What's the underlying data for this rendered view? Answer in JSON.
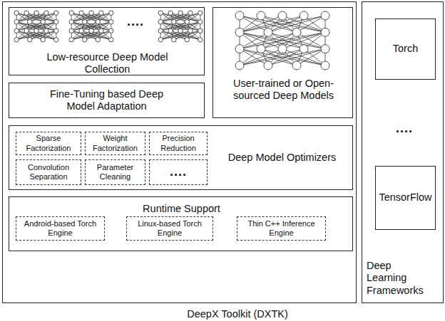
{
  "diagram": {
    "nodes": [
      {
        "text": [
          "DeepX Toolkit (DXTK)"
        ]
      },
      {
        "text": [
          "Low-resource Deep Model Collection"
        ],
        "in": 0
      },
      {
        "text": [
          "Fine-Tuning based Deep Model Adaptation"
        ],
        "in": 0
      },
      {
        "text": [
          "User-trained or Open-sourced Deep Models"
        ],
        "in": 0
      },
      {
        "text": [
          "Deep Model Optimizers"
        ],
        "in": 0
      },
      {
        "text": [
          "Sparse Factorization"
        ],
        "in": 4
      },
      {
        "text": [
          "Weight Factorization"
        ],
        "in": 4
      },
      {
        "text": [
          "Precision Reduction"
        ],
        "in": 4
      },
      {
        "text": [
          "Convolution Separation"
        ],
        "in": 4
      },
      {
        "text": [
          "Parameter Cleaning"
        ],
        "in": 4
      },
      {
        "text": [
          "...."
        ],
        "in": 4
      },
      {
        "text": [
          "Runtime Support"
        ],
        "in": 0
      },
      {
        "text": [
          "Android-based Torch Engine"
        ],
        "in": 11
      },
      {
        "text": [
          "Linux-based Torch Engine"
        ],
        "in": 11
      },
      {
        "text": [
          "Thin C++ Inference Engine"
        ],
        "in": 11
      },
      {
        "text": [
          "Deep Learning Frameworks"
        ]
      },
      {
        "text": [
          "Torch"
        ],
        "in": 15
      },
      {
        "text": [
          "TensorFlow"
        ],
        "in": 15
      }
    ],
    "labels": [
      "....",
      "...."
    ]
  }
}
